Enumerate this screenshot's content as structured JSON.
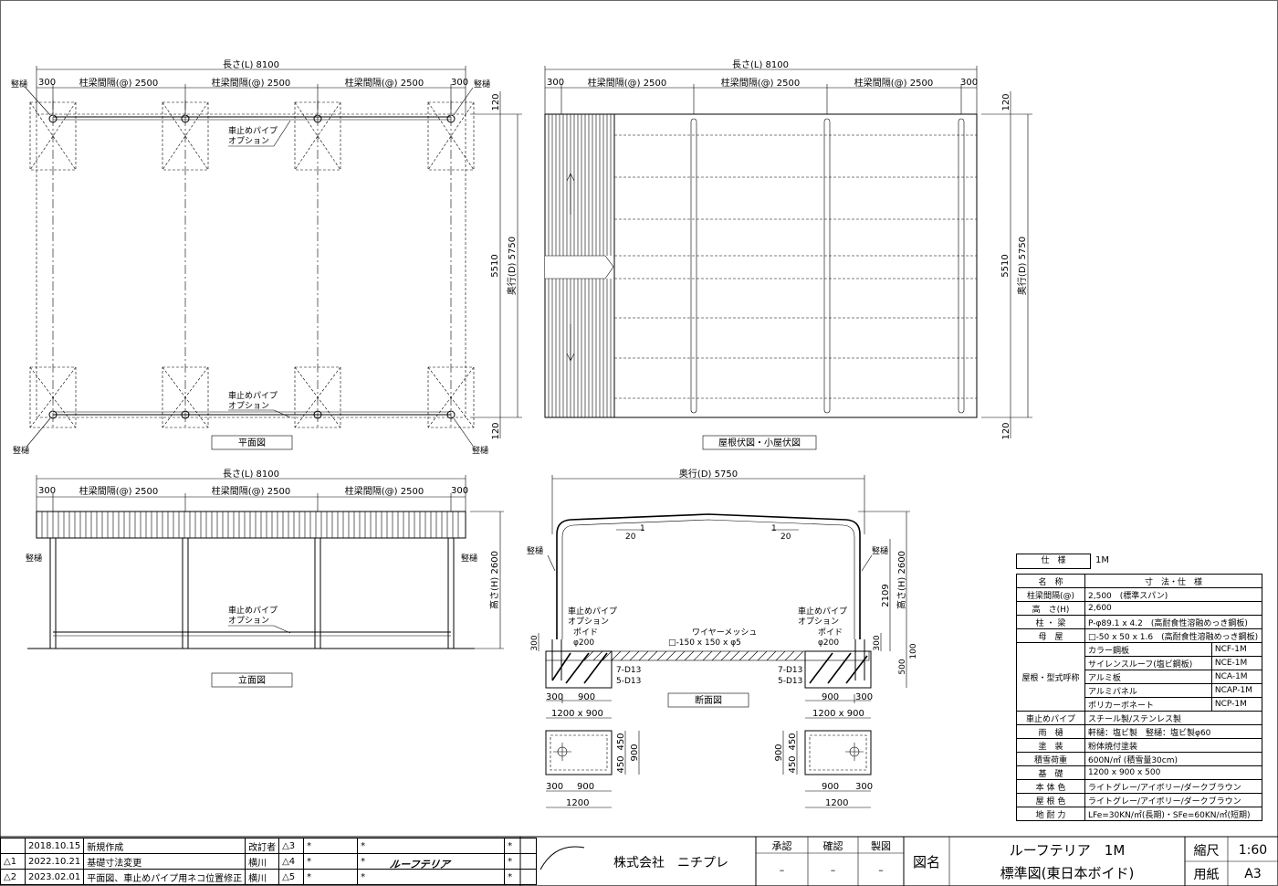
{
  "plan": {
    "length": "長さ(L) 8100",
    "e300l": "300",
    "e300r": "300",
    "span": "柱梁間隔(@) 2500",
    "depth": "奥行(D) 5750",
    "inner": "5510",
    "e120": "120",
    "gutter": "竪樋",
    "pipe1": "車止めパイプ",
    "pipe2": "オプション",
    "title": "平面図"
  },
  "roof": {
    "title": "屋根伏図・小屋伏図"
  },
  "elev": {
    "height": "高さ(H) 2600",
    "title": "立面図"
  },
  "sect": {
    "depth": "奥行(D) 5750",
    "slope": "20",
    "one": "1",
    "d2109": "2109",
    "d2600": "高さ(H) 2600",
    "d100": "100",
    "d300": "300",
    "d500": "500",
    "d900": "900",
    "d450": "450",
    "d1200": "1200",
    "d1200x900": "1200 x 900",
    "post1": "ポイド",
    "post2": "φ200",
    "wire1": "ワイヤーメッシュ",
    "wire2": "□-150 x 150 x φ5",
    "bar1": "7-D13",
    "bar2": "5-D13",
    "title": "断面図"
  },
  "spec": {
    "head": "仕　様",
    "model": "1M",
    "col1": "名　称",
    "col2": "寸　法・仕　様",
    "rows": [
      [
        "柱梁間隔(@)",
        "2,500　(標準スパン)"
      ],
      [
        "高　さ(H)",
        "2,600"
      ],
      [
        "柱 ・ 梁",
        "P-φ89.1 x 4.2　(高耐食性溶融めっき鋼板)"
      ],
      [
        "母　屋",
        "□-50 x 50 x 1.6　(高耐食性溶融めっき鋼板)"
      ]
    ],
    "roof_label": "屋根・型式呼称",
    "roof_rows": [
      [
        "カラー鋼板",
        "NCF-1M"
      ],
      [
        "サイレンスルーフ(塩ビ鋼板)",
        "NCE-1M"
      ],
      [
        "アルミ板",
        "NCA-1M"
      ],
      [
        "アルミパネル",
        "NCAP-1M"
      ],
      [
        "ポリカーボネート",
        "NCP-1M"
      ]
    ],
    "rows2": [
      [
        "車止めパイプ",
        "スチール製/ステンレス製"
      ],
      [
        "雨　樋",
        "軒樋：塩ビ製　竪樋：塩ビ製φ60"
      ],
      [
        "塗　装",
        "粉体焼付塗装"
      ],
      [
        "積雪荷重",
        "600N/㎡ (積雪量30cm)"
      ],
      [
        "基　礎",
        "1200 x 900 x 500"
      ],
      [
        "本 体 色",
        "ライトグレー/アイボリー/ダークブラウン"
      ],
      [
        "屋 根 色",
        "ライトグレー/アイボリー/ダークブラウン"
      ],
      [
        "地 耐 力",
        "LFe=30KN/㎡(長期)・SFe=60KN/㎡(短期)"
      ]
    ]
  },
  "revisions": [
    [
      "",
      "2018.10.15",
      "新規作成"
    ],
    [
      "△1",
      "2022.10.21",
      "基礎寸法変更"
    ],
    [
      "△2",
      "2023.02.01",
      "平面図、車止めパイプ用ネコ位置修正"
    ]
  ],
  "rev_head": {
    "reviser": "改訂者",
    "r1": "横川",
    "r2": "横川",
    "t3": "△3",
    "t4": "△4",
    "t5": "△5",
    "star": "*"
  },
  "title_block": {
    "company": "株式会社　ニチプレ",
    "logo": "ルーフテリア",
    "approve": "承認",
    "confirm": "確認",
    "draft": "製図",
    "dash": "–",
    "zumei": "図名",
    "name1": "ルーフテリア　1M",
    "name2": "標準図(東日本ボイド)",
    "scale_label": "縮尺",
    "scale": "1:60",
    "paper_label": "用紙",
    "paper": "A3"
  }
}
